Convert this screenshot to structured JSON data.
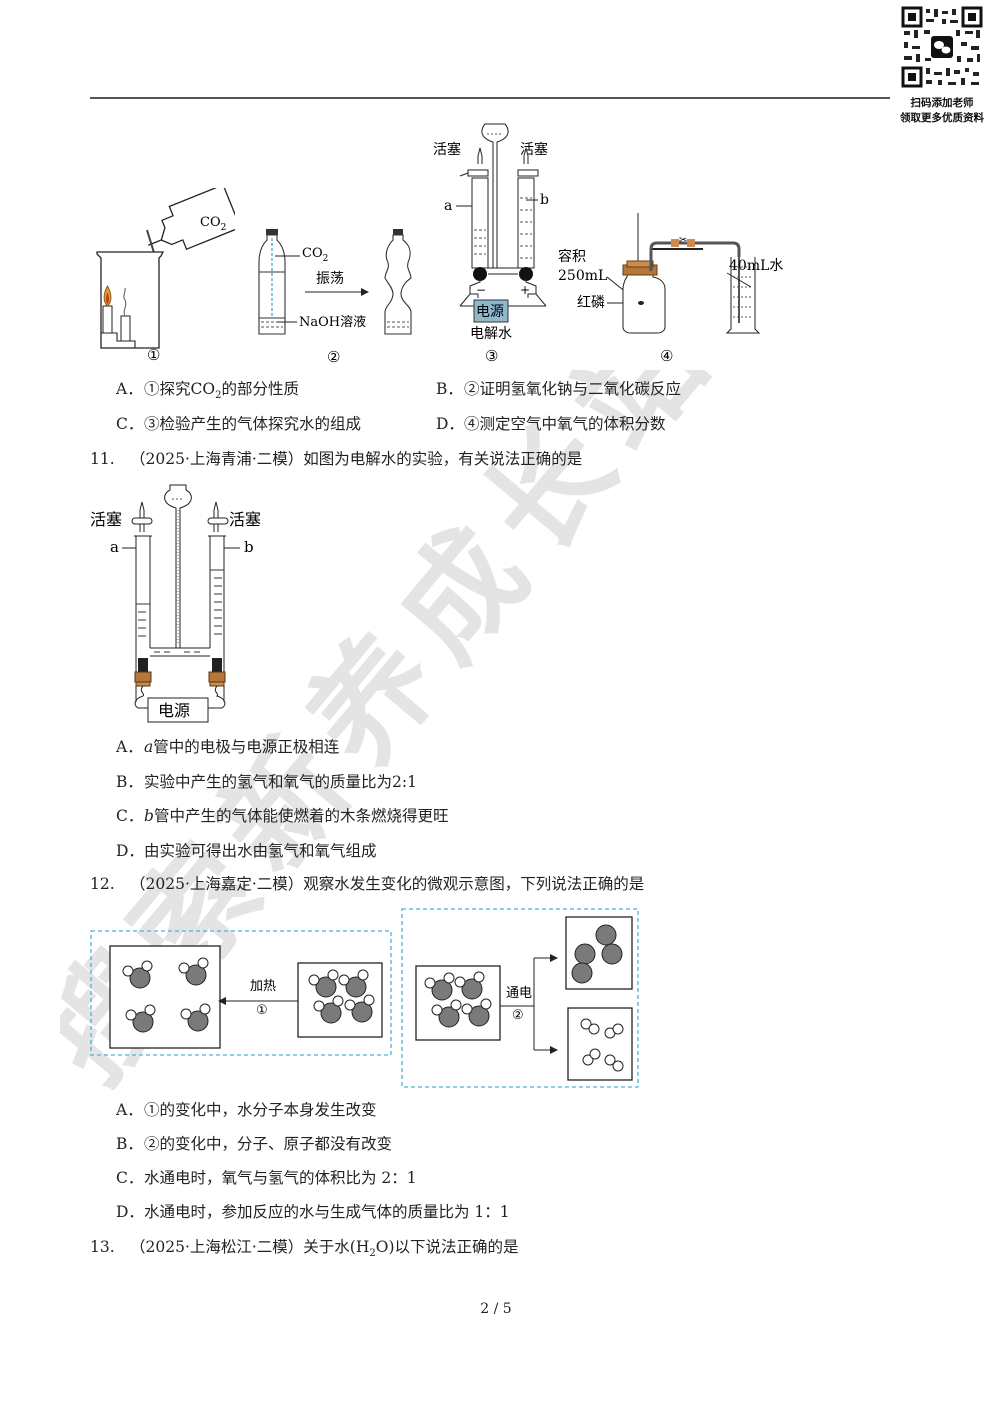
{
  "header": {
    "qr_caption_line1": "扫码添加老师",
    "qr_caption_line2": "领取更多优质资料"
  },
  "figure_set_10": {
    "fig1": {
      "bottle_label": "CO",
      "bottle_sub": "2",
      "caption": "①"
    },
    "fig2": {
      "gas_label": "CO",
      "gas_sub": "2",
      "arrow_label": "振荡",
      "liquid_label": "NaOH溶液",
      "caption": "②"
    },
    "fig3": {
      "left_valve": "活塞",
      "right_valve": "活塞",
      "tube_a": "a",
      "tube_b": "b",
      "minus": "−",
      "plus": "+",
      "power": "电源",
      "title": "电解水",
      "caption": "③"
    },
    "fig4": {
      "volume_label_1": "容积",
      "volume_label_2": "250mL",
      "phosphorus": "红磷",
      "water": "40mL水",
      "caption": "④"
    }
  },
  "q10_options": [
    {
      "letter": "A．",
      "text_pre": "①探究CO",
      "sub": "2",
      "text_post": "的部分性质"
    },
    {
      "letter": "B．",
      "text": "②证明氢氧化钠与二氧化碳反应"
    },
    {
      "letter": "C．",
      "text": "③检验产生的气体探究水的组成"
    },
    {
      "letter": "D．",
      "text": "④测定空气中氧气的体积分数"
    }
  ],
  "q11": {
    "number": "11.",
    "stem": "（2025·上海青浦·二模）如图为电解水的实验，有关说法正确的是",
    "figure": {
      "left_valve": "活塞",
      "right_valve": "活塞",
      "tube_a": "a",
      "tube_b": "b",
      "power": "电源"
    },
    "options": [
      {
        "letter": "A．",
        "var": "a",
        "text": "管中的电极与电源正极相连"
      },
      {
        "letter": "B．",
        "text": "实验中产生的氢气和氧气的质量比为2:1"
      },
      {
        "letter": "C．",
        "var": "b",
        "text": "管中产生的气体能使燃着的木条燃烧得更旺"
      },
      {
        "letter": "D．",
        "text": "由实验可得出水由氢气和氧气组成"
      }
    ]
  },
  "q12": {
    "number": "12.",
    "stem": "（2025·上海嘉定·二模）观察水发生变化的微观示意图，下列说法正确的是",
    "figure": {
      "process1_label": "加热",
      "process1_num": "①",
      "process2_label": "通电",
      "process2_num": "②",
      "dashed_color": "#4ab3d6"
    },
    "options": [
      {
        "letter": "A．",
        "text": "①的变化中，水分子本身发生改变"
      },
      {
        "letter": "B．",
        "text": "②的变化中，分子、原子都没有改变"
      },
      {
        "letter": "C．",
        "text": "水通电时，氧气与氢气的体积比为 2：1"
      },
      {
        "letter": "D．",
        "text": "水通电时，参加反应的水与生成气体的质量比为 1：1"
      }
    ]
  },
  "q13": {
    "number": "13.",
    "stem_pre": "（2025·上海松江·二模）关于水(H",
    "stem_sub": "2",
    "stem_post": "O)以下说法正确的是"
  },
  "footer": {
    "page": "2 / 5"
  },
  "watermark": {
    "text": "搜索新养成长站",
    "color": "#e6e6e6"
  }
}
